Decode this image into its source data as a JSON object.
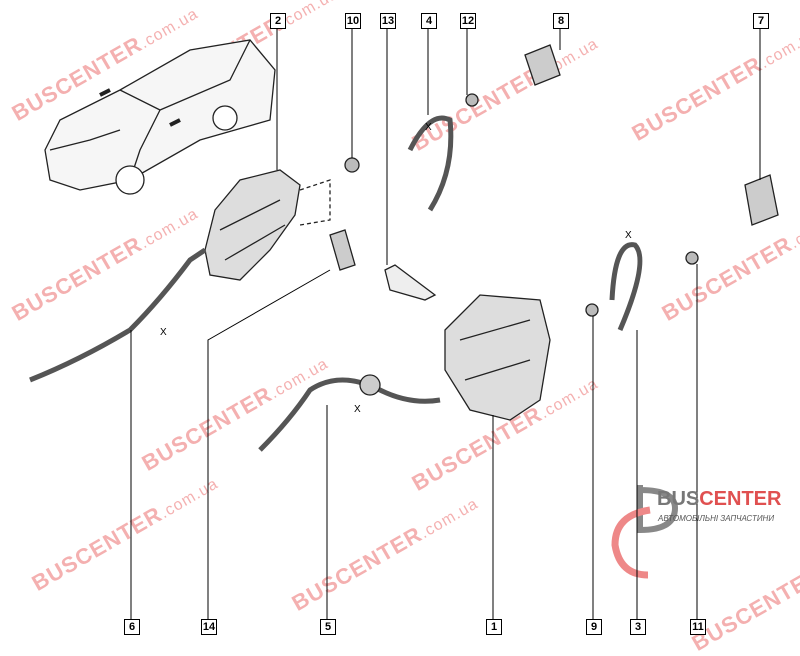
{
  "callouts_top": [
    "2",
    "10",
    "13",
    "4",
    "12",
    "8",
    "7"
  ],
  "callouts_bottom": [
    "6",
    "14",
    "5",
    "1",
    "9",
    "3",
    "11"
  ],
  "watermark": {
    "brand": "BUSCENTER",
    ".domain": ".com.ua",
    "domain": ".com.ua"
  },
  "logo": {
    "brand_a": "BUS",
    "brand_b": "CENTER",
    "tagline": "АВТОМОБІЛЬНІ ЗАПЧАСТИНИ"
  },
  "cable_mark": "X",
  "colors": {
    "watermark": "#e05050",
    "line": "#000000"
  }
}
